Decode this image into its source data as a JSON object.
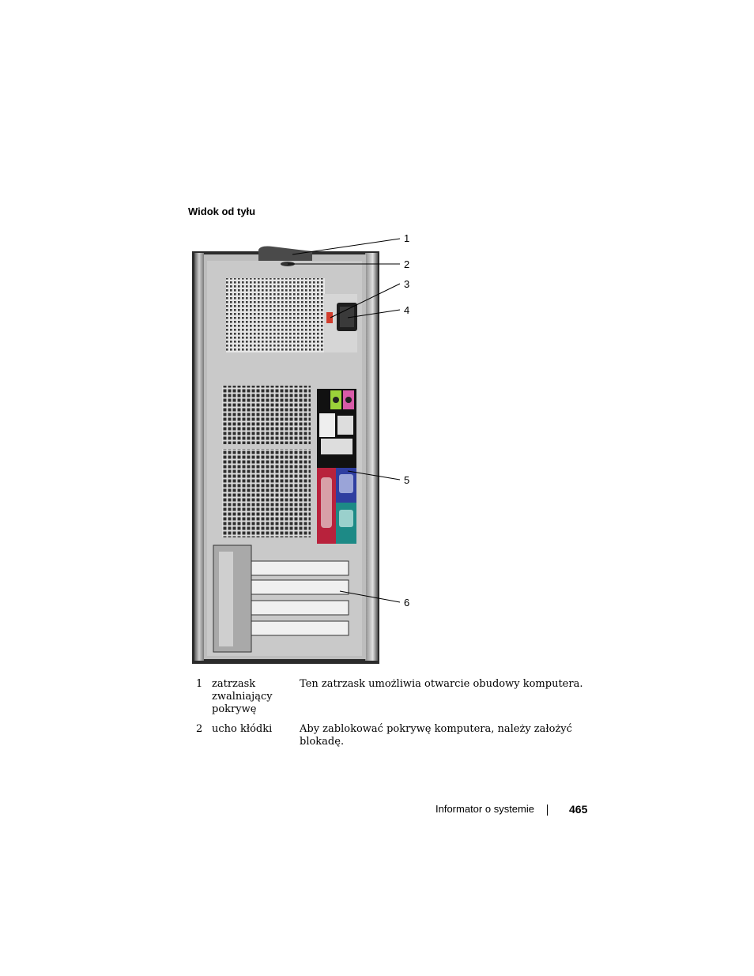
{
  "section_title": "Widok od tyłu",
  "callouts": [
    "1",
    "2",
    "3",
    "4",
    "5",
    "6"
  ],
  "items": [
    {
      "num": "1",
      "term": "zatrzask zwalniający pokrywę",
      "desc": "Ten zatrzask umożliwia otwarcie obudowy komputera."
    },
    {
      "num": "2",
      "term": "ucho kłódki",
      "desc": "Aby zablokować pokrywę komputera, należy założyć blokadę."
    }
  ],
  "footer": {
    "label": "Informator o systemie",
    "page": "465"
  }
}
